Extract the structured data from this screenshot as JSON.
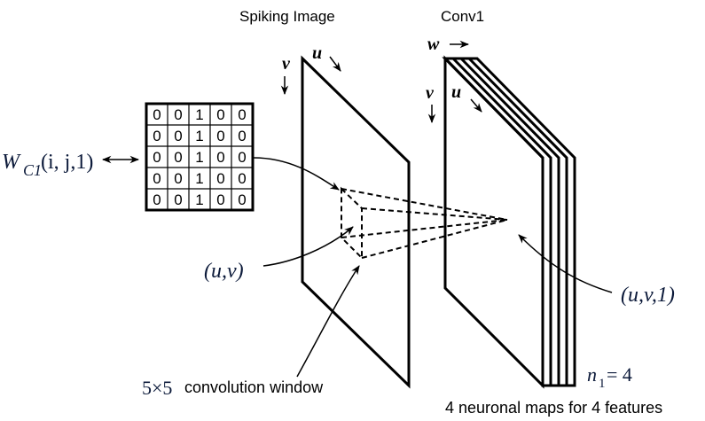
{
  "labels": {
    "spiking_image": "Spiking Image",
    "conv1": "Conv1",
    "kernel_symbol": "W",
    "kernel_subscript": "C1",
    "kernel_args": "(i, j,1)",
    "uv": "(u,v)",
    "uv1": "(u,v,1)",
    "window_size": "5×5",
    "window_label": "convolution window",
    "n_symbol": "n",
    "n_subscript": "1",
    "n_value": "= 4",
    "maps_caption": "4 neuronal maps for 4 features",
    "axis_u": "u",
    "axis_v": "v",
    "axis_w": "w"
  },
  "kernel_matrix": [
    [
      "0",
      "0",
      "1",
      "0",
      "0"
    ],
    [
      "0",
      "0",
      "1",
      "0",
      "0"
    ],
    [
      "0",
      "0",
      "1",
      "0",
      "0"
    ],
    [
      "0",
      "0",
      "1",
      "0",
      "0"
    ],
    [
      "0",
      "0",
      "1",
      "0",
      "0"
    ]
  ],
  "conv1_maps": 4
}
